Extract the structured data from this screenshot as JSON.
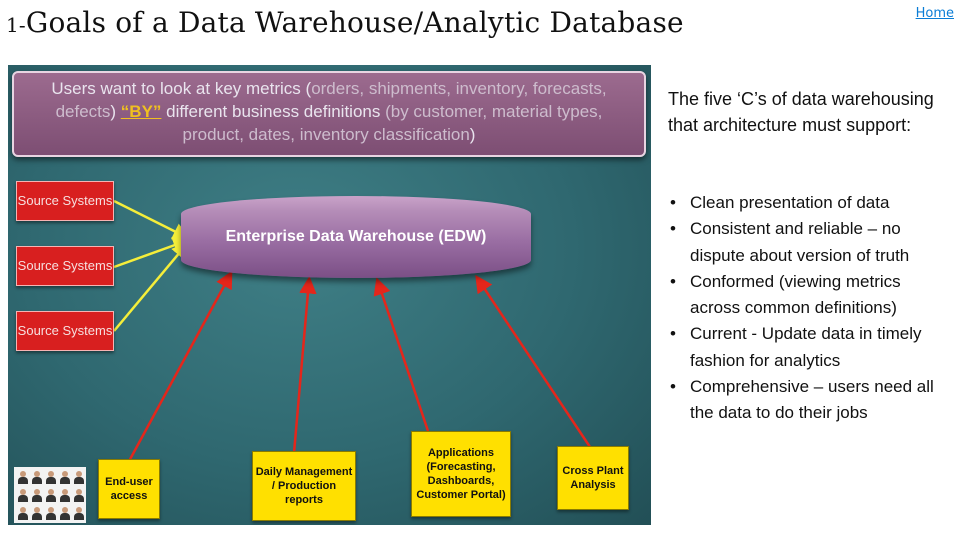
{
  "header": {
    "number": "1-",
    "title": "Goals of a Data Warehouse/Analytic Database",
    "home_link": "Home"
  },
  "diagram": {
    "metrics": {
      "part1": "Users want to look at key metrics (",
      "part2": "orders, shipments, inventory, forecasts, defects",
      "part3": ") ",
      "by": "“BY”",
      "part4": " different business definitions ",
      "part5": "(",
      "part6": "by customer, material types, product, dates, inventory classification",
      "part7": ")"
    },
    "sources": [
      "Source Systems",
      "Source Systems",
      "Source Systems"
    ],
    "edw_label": "Enterprise Data Warehouse (EDW)",
    "consumers": {
      "end_user": "End-user access",
      "daily_mgmt": "Daily Management / Production reports",
      "applications": "Applications (Forecasting, Dashboards, Customer Portal)",
      "cross_plant": "Cross Plant Analysis"
    },
    "colors": {
      "arrow_red": "#e4261b",
      "arrow_yellow": "#f5ee3a",
      "source_red": "#d81f1f",
      "consumer_yellow": "#ffe000",
      "edw_purple": "#9a6ea3"
    }
  },
  "content": {
    "intro": "The five ‘C’s of data warehousing that architecture must support:",
    "bullets": [
      "Clean presentation of data",
      "Consistent and reliable – no dispute about version of truth",
      "Conformed (viewing metrics across common definitions)",
      "Current - Update data in timely fashion for analytics",
      "Comprehensive – users need all the data to do their jobs"
    ],
    "bullet_symbol": "•"
  }
}
